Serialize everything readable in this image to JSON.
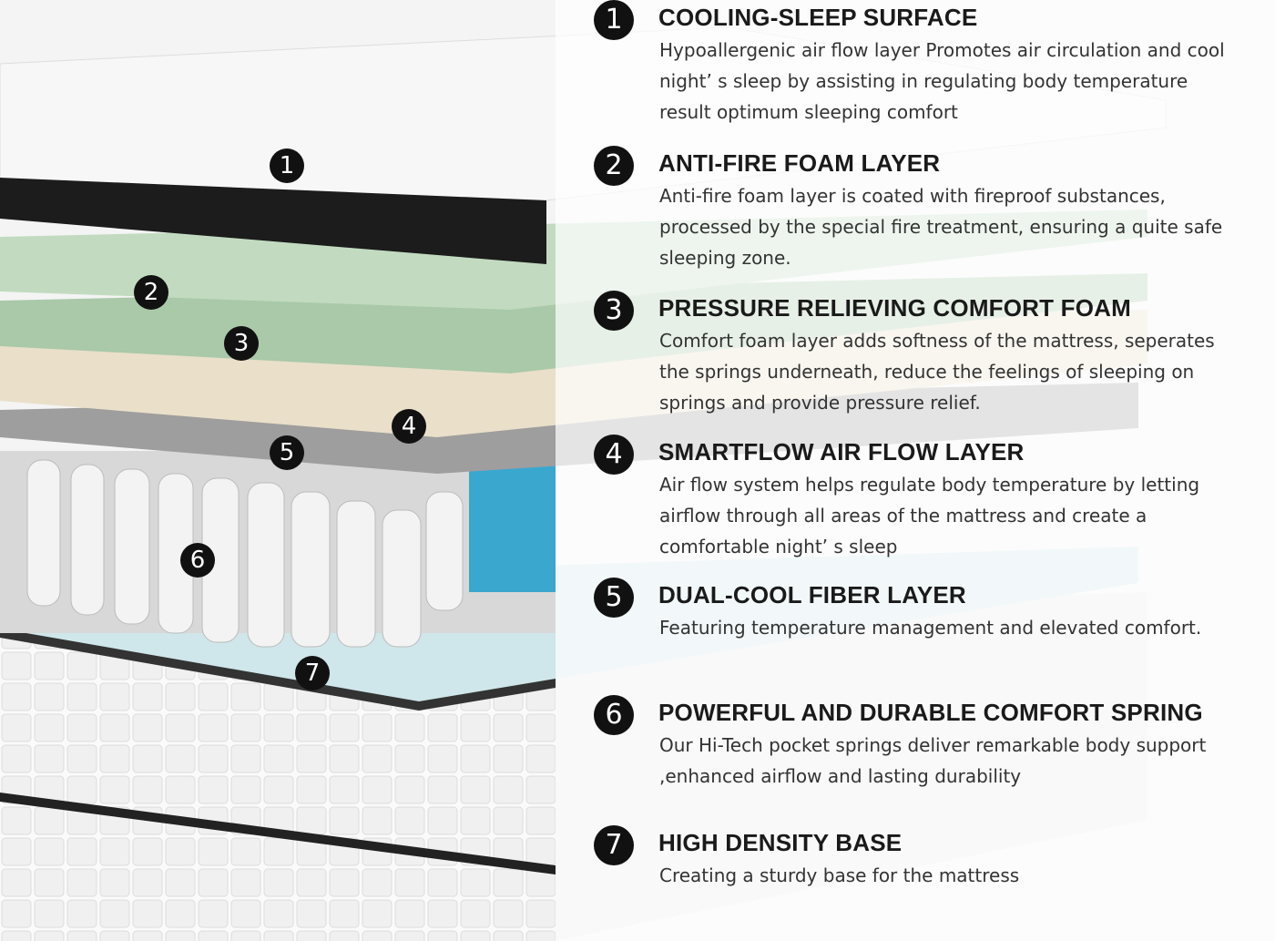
{
  "diagram": {
    "markers": [
      "1",
      "2",
      "3",
      "4",
      "5",
      "6",
      "7"
    ],
    "features": [
      {
        "num": "1",
        "title": "COOLING-SLEEP SURFACE",
        "text": "Hypoallergenic air flow layer Promotes air circulation and cool night’ s sleep by assisting in regulating body temperature result optimum sleeping comfort"
      },
      {
        "num": "2",
        "title": "ANTI-FIRE FOAM LAYER",
        "text": "Anti-fire foam layer is coated with fireproof substances, processed by the special fire treatment, ensuring a quite safe sleeping zone."
      },
      {
        "num": "3",
        "title": "PRESSURE RELIEVING COMFORT FOAM",
        "text": "Comfort foam layer adds softness of the mattress, seperates the springs underneath, reduce the feelings of sleeping on springs and provide pressure relief."
      },
      {
        "num": "4",
        "title": "SMARTFLOW AIR FLOW LAYER",
        "text": "Air flow system helps regulate body temperature by letting airflow through all areas of the mattress and create a comfortable night’ s sleep"
      },
      {
        "num": "5",
        "title": "DUAL-COOL FIBER LAYER",
        "text": "Featuring temperature management and elevated comfort."
      },
      {
        "num": "6",
        "title": "POWERFUL AND DURABLE COMFORT SPRING",
        "text": "Our Hi-Tech pocket springs deliver remarkable body support ,enhanced airflow and lasting durability"
      },
      {
        "num": "7",
        "title": "HIGH DENSITY BASE",
        "text": "Creating a sturdy base for the mattress"
      }
    ]
  }
}
